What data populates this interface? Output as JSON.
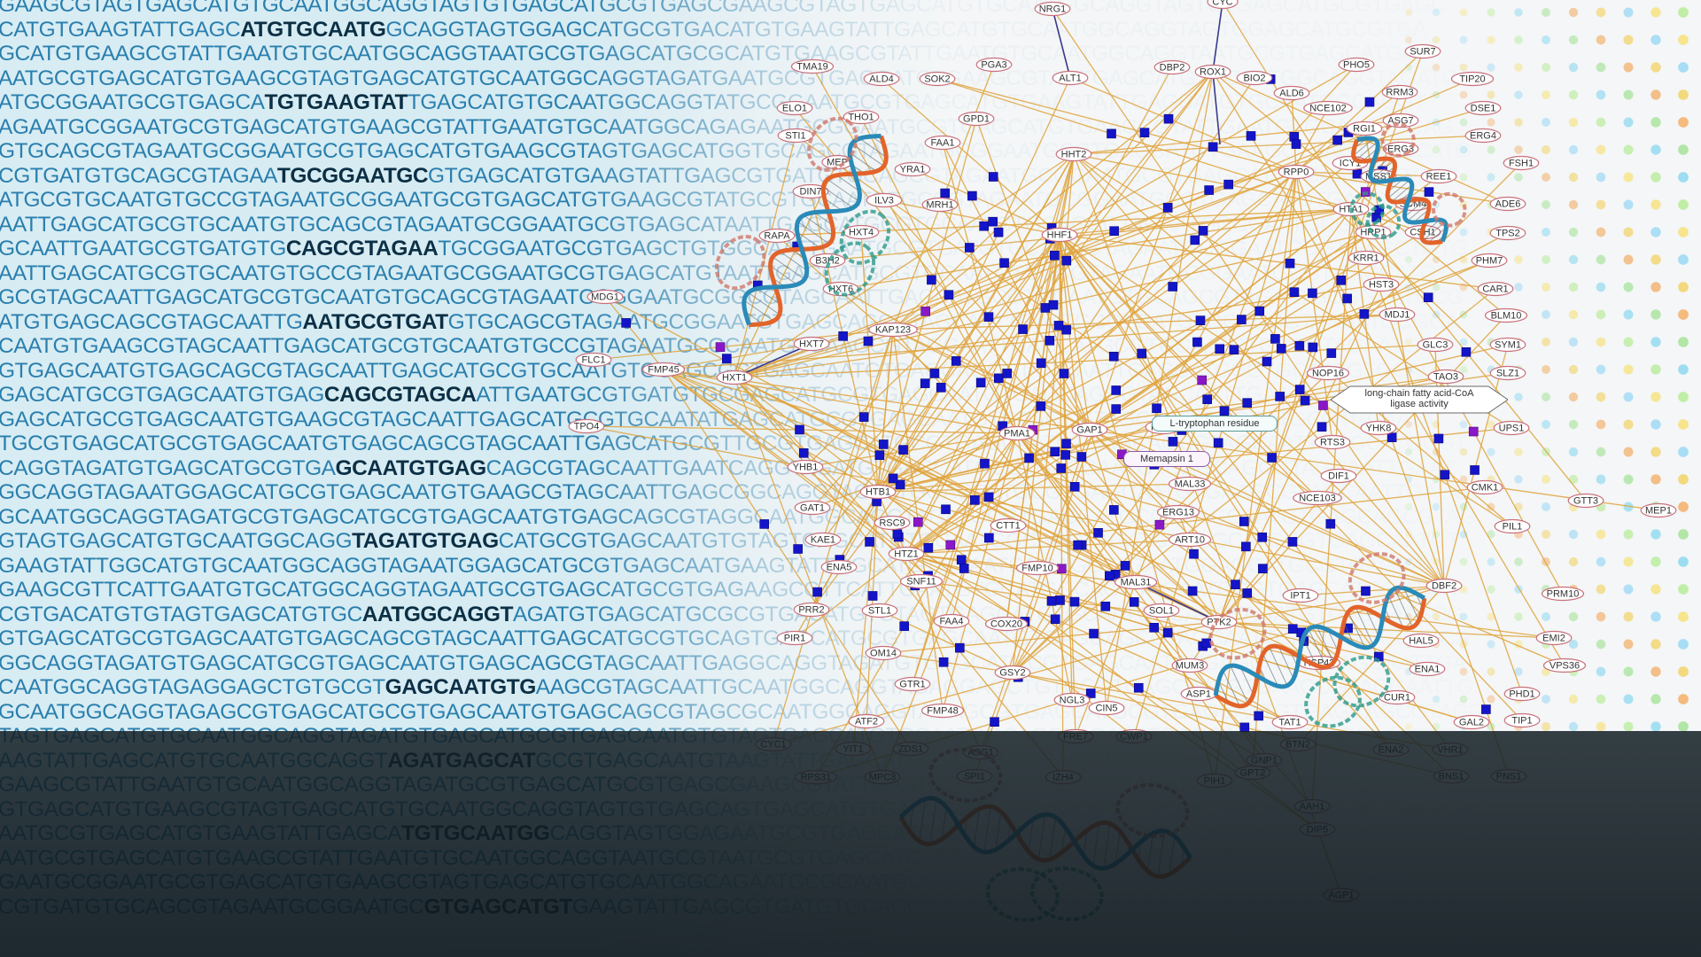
{
  "sequence_rows": [
    "GAAGCGTAGTGAGCATGTGCAATGGCAGGTAGTGTGAGCATGCGTGAGC",
    "CATGTGAAGTATTGAGCATGTGCAATGGCAGGTAGTGGAGCATGCGTGA",
    "GCATGTGAAGCGTATTGAATGTGCAATGGCAGGTAATGCGTGAGCATGC",
    "AATGCGTGAGCATGTGAAGCGTAGTGAGCATGTGCAATGGCAGGTAGATG",
    "ATGCGGAATGCGTGAGCATGTGAAGTATTGAGCATGTGCAATGGCAGGT",
    "AGAATGCGGAATGCGTGAGCATGTGAAGCGTATTGAATGTGCAATGGCAG",
    "GTGCAGCGTAGAATGCGGAATGCGTGAGCATGTGAAGCGTAGTGAGCATG",
    "CGTGATGTGCAGCGTAGAATGCGGAATGCGTGAGCATGTGAAGTATTGAG",
    "ATGCGTGCAATGTGCCGTAGAATGCGGAATGCGTGAGCATGTGAAGCGT",
    "AATTGAGCATGCGTGCAATGTGCAGCGTAGAATGCGGAATGCGTGAGCAT",
    "GCAATTGAATGCGTGATGTGCAGCGTAGAATGCGGAATGCGTGAGCTGTG",
    "AATTGAGCATGCGTGCAATGTGCCGTAGAATGCGGAATGCGTGAGCATGT",
    "GCGTAGCAATTGAGCATGCGTGCAATGTGCAGCGTAGAATGCGGAATGCG",
    "ATGTGAGCAGCGTAGCAATTGAATGCGTGATGTGCAGCGTAGAATGCGGA",
    "CAATGTGAAGCGTAGCAATTGAGCATGCGTGCAATGTGCCGTAGAATGCG",
    "GTGAGCAATGTGAGCAGCGTAGCAATTGAGCATGCGTGCAATGTGCAGCG",
    "GAGCATGCGTGAGCAATGTGAGCAGCGTAGCAATTGAATGCGTGATGTGC",
    "GAGCATGCGTGAGCAATGTGAAGCGTAGCAATTGAGCATGCGTGCAATAT",
    "TGCGTGAGCATGCGTGAGCAATGTGAGCAGCGTAGCAATTGAGCATGCGT",
    "CAGGTAGATGTGAGCATGCGTGAGCAATGTGAGCAGCGTAGCAATTGAAT",
    "GGCAGGTAGAATGGAGCATGCGTGAGCAATGTGAAGCGTAGCAATTGAGC",
    "GCAATGGCAGGTAGATGCGTGAGCATGCGTGAGCAATGTGAGCAGCGTAG",
    "GTAGTGAGCATGTGCAATGGCAGGTAGATGTGAGCATGCGTGAGCAATGT",
    "GAAGTATTGGCATGTGCAATGGCAGGTAGAATGGAGCATGCGTGAGCAAT",
    "GAAGCGTTCATTGAATGTGCATGGCAGGTAGAATGCGTGAGCATGCGTGA",
    "CGTGACATGTGTAGTGAGCATGTGCAATGGCAGGTAGATGTGAGCATGCG",
    "GTGAGCATGCGTGAGCAATGTGAGCAGCGTAGCAATTGAGCATGCGTGCA",
    "GGCAGGTAGATGTGAGCATGCGTGAGCAATGTGAGCAGCGTAGCAATTGA",
    "CAATGGCAGGTAGAGGAGCTGTGCGTGAGCAATGTGAAGCGTAGCAATTG",
    "GCAATGGCAGGTAGAGCGTGAGCATGCGTGAGCAATGTGAGCAGCGTAGC",
    "TAGTGAGCATGTGCAATGGCAGGTAGATGTGAGCATGCGTGAGCAATGTG",
    "AAGTATTGAGCATGTGCAATGGCAGGTAGATGAGCATGCGTGAGCAATGT",
    "GAAGCGTATTGAATGTGCAATGGCAGGTAGATGCGTGAGCATGCGTGAGC",
    "GTGAGCATGTGAAGCGTAGTGAGCATGTGCAATGGCAGGTAGTGTGAGCA",
    "AATGCGTGAGCATGTGAAGTATTGAGCATGTGCAATGGCAGGTAGTGGAG",
    "AATGCGTGAGCATGTGAAGCGTATTGAATGTGCAATGGCAGGTAATGCGT",
    "GAATGCGGAATGCGTGAGCATGTGAAGCGTAGTGAGCATGTGCAATGGCA",
    "CGTGATGTGCAGCGTAGAATGCGGAATGCGTGAGCATGTGAAGTATTGAG"
  ],
  "network": {
    "nodes": [
      "NRG1",
      "CYC",
      "ALT1",
      "DBP2",
      "ROX1",
      "BIO2",
      "PHO5",
      "SUR7",
      "TMA19",
      "ALD4",
      "SOK2",
      "PGA3",
      "ALD6",
      "RRM3",
      "TIP20",
      "ELO1",
      "GPD1",
      "NCE102",
      "ASG7",
      "DSE1",
      "STI1",
      "THO1",
      "FAA1",
      "RGI1",
      "ERG3",
      "ERG4",
      "MEP",
      "HHT2",
      "RPP0",
      "ICY1",
      "MSS1",
      "REE1",
      "FSH1",
      "YRA1",
      "DIN7",
      "ILV3",
      "MRH1",
      "HTA1",
      "SCM4",
      "ADE6",
      "HRP1",
      "CSH1",
      "TPS2",
      "RAPA",
      "HXT4",
      "HHF1",
      "KRR1",
      "PHM7",
      "B3H2",
      "HST3",
      "CAR1",
      "MDG1",
      "HXT6",
      "MDJ1",
      "BLM10",
      "KAP123",
      "GLC3",
      "SYM1",
      "HXT7",
      "TAO3",
      "SLZ1",
      "FLC1",
      "FMP45",
      "HXT1",
      "NOP16",
      "TPO4",
      "YHK8",
      "UPS1",
      "PMA1",
      "GAP1",
      "PTR2",
      "RTS3",
      "YHB1",
      "MAL33",
      "DIF1",
      "CMK1",
      "HTB1",
      "NCE103",
      "GTT3",
      "GAT1",
      "ERG13",
      "MEP1",
      "RSC9",
      "CTT1",
      "KAE1",
      "HTZ1",
      "ART10",
      "PIL1",
      "ENA5",
      "FMP10",
      "DBF2",
      "SNF11",
      "MAL31",
      "IPT1",
      "PRM10",
      "PRR2",
      "STL1",
      "SOL1",
      "FAA4",
      "COX20",
      "PTK2",
      "EMI2",
      "PIR1",
      "VPS36",
      "OM14",
      "MUM3",
      "HSP42",
      "ENA1",
      "GTR1",
      "GSY2",
      "ASP1",
      "CUR1",
      "PHD1",
      "NGL3",
      "CIN5",
      "FMP48",
      "ATF2",
      "TAT1",
      "GAL2",
      "TIP1",
      "CYC1",
      "YIT1",
      "ZDS1",
      "BTN2",
      "GNP1",
      "ENA2",
      "VHR1",
      "PNS1",
      "BNS1",
      "PIH1",
      "GPT2",
      "IZH4",
      "ASG1",
      "SPI1",
      "RPS31",
      "MPC3",
      "CWP1",
      "FRE7",
      "AAH1",
      "DIP5",
      "AGP1",
      "HAL5"
    ],
    "annotations": {
      "tryptophan": "L-tryptophan residue",
      "memapsin": "Memapsin 1",
      "ligase_line1": "long-chain fatty acid-CoA",
      "ligase_line2": "ligase activity"
    }
  },
  "colors": {
    "dna_letters": "#2a7fae",
    "dna_letters_bold": "#0b2f45",
    "edge": "#e0a33a",
    "square_node": "#1414c8",
    "square_node_purple": "#8a18c8",
    "node_border": "#c9707b",
    "band": "#14202a"
  }
}
